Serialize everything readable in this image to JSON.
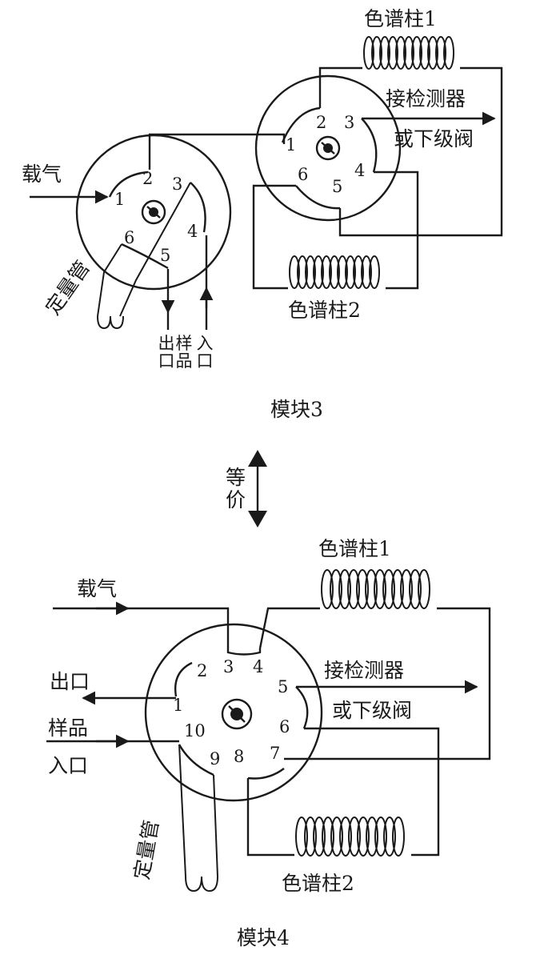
{
  "module3": {
    "caption": "模块3",
    "carrier_gas": "载气",
    "quant_tube": "定量管",
    "outlet_v": [
      "出",
      "口"
    ],
    "sample_inlet_v": [
      "样",
      "品",
      "入",
      "口"
    ],
    "valve_left_ports": [
      "1",
      "2",
      "3",
      "4",
      "5",
      "6"
    ],
    "valve_right_ports": [
      "1",
      "2",
      "3",
      "4",
      "5",
      "6"
    ],
    "column1": "色谱柱1",
    "column2": "色谱柱2",
    "detector_line1": "接检测器",
    "detector_line2": "或下级阀"
  },
  "equivalent": [
    "等",
    "价"
  ],
  "module4": {
    "caption": "模块4",
    "carrier_gas": "载气",
    "outlet": "出口",
    "sample_line1": "样品",
    "sample_line2": "入口",
    "quant_tube": "定量管",
    "ports": [
      "1",
      "2",
      "3",
      "4",
      "5",
      "6",
      "7",
      "8",
      "9",
      "10"
    ],
    "column1": "色谱柱1",
    "column2": "色谱柱2",
    "detector_line1": "接检测器",
    "detector_line2": "或下级阀"
  }
}
